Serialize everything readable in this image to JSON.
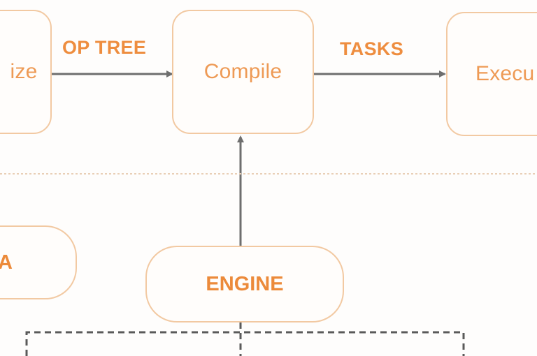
{
  "nodes": {
    "left_box": "ize",
    "compile": "Compile",
    "execute": "Execu",
    "left_pill": "A",
    "engine": "ENGINE"
  },
  "edges": {
    "optree": "OP TREE",
    "tasks": "TASKS"
  },
  "colors": {
    "accent": "#ee8d3f",
    "border": "#f2c9a2",
    "arrow": "#6e6e6e",
    "separator": "#e9cfb6"
  }
}
